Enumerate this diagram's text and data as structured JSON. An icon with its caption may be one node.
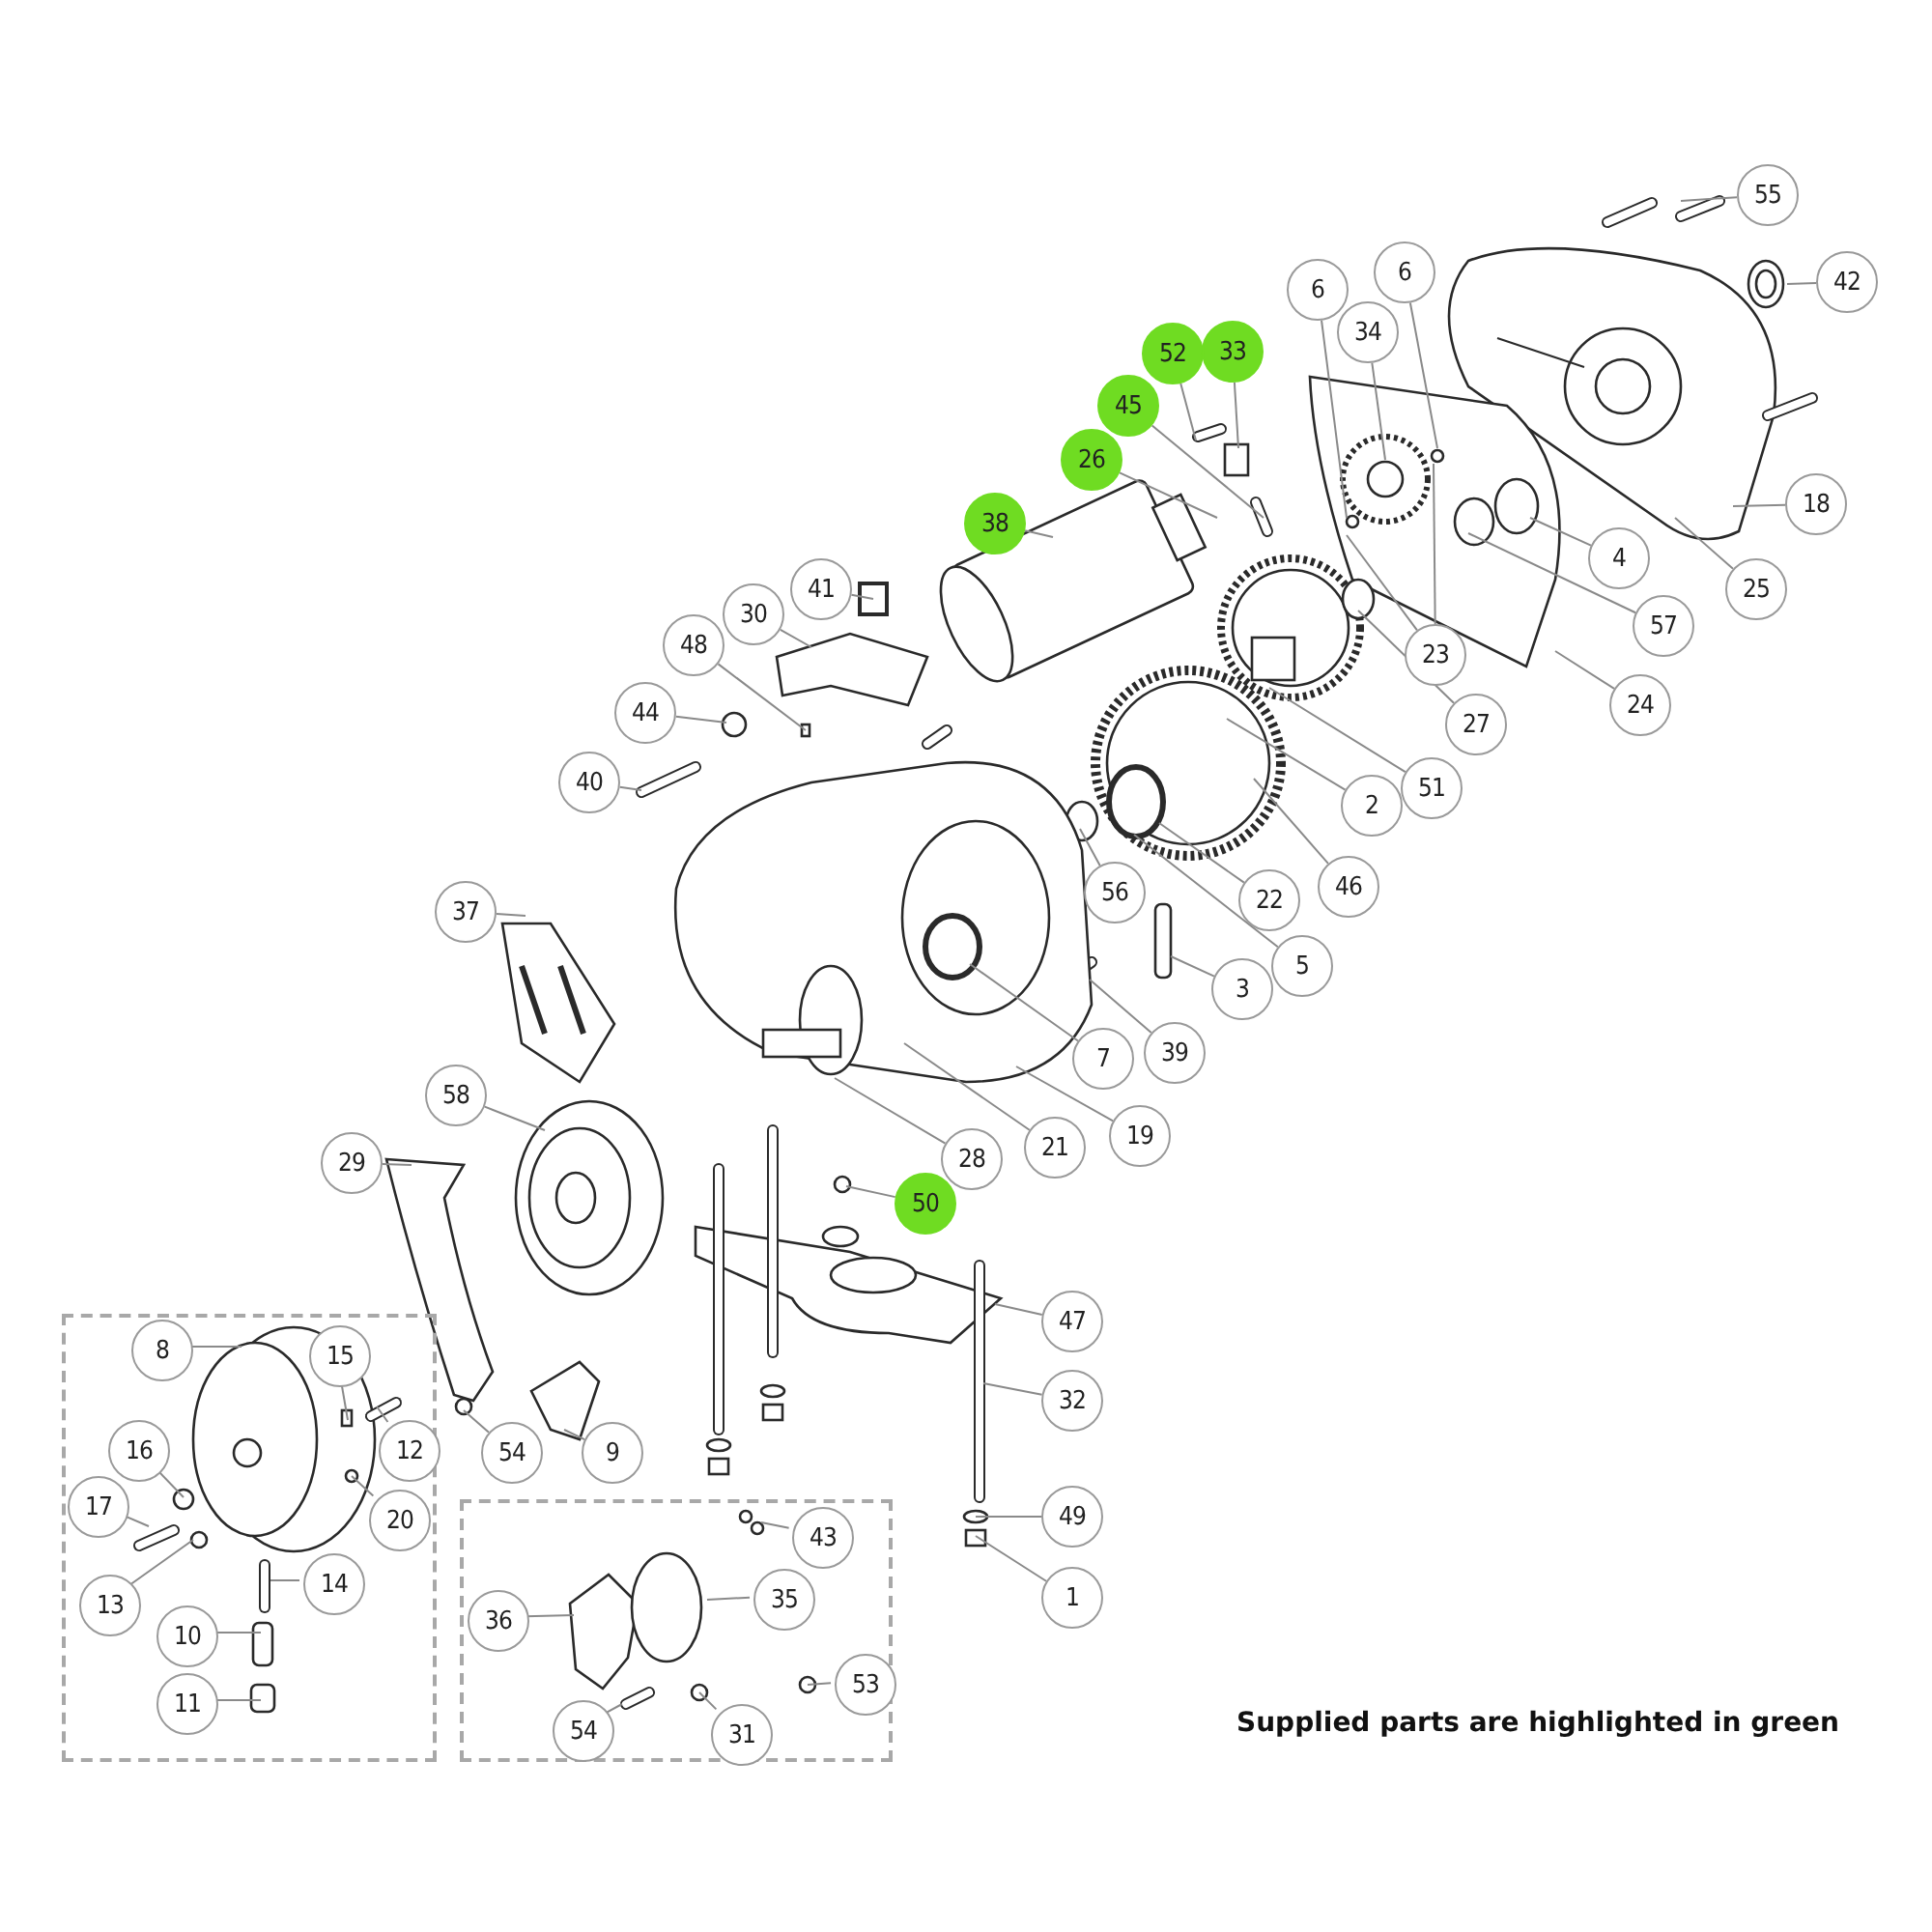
{
  "diagram": {
    "nodes": [
      {
        "text": [
          "55"
        ]
      },
      {
        "text": [
          "42"
        ]
      },
      {
        "text": [
          "6"
        ]
      },
      {
        "text": [
          "6"
        ]
      },
      {
        "text": [
          "34"
        ]
      },
      {
        "text": [
          "52"
        ]
      },
      {
        "text": [
          "33"
        ]
      },
      {
        "text": [
          "45"
        ]
      },
      {
        "text": [
          "26"
        ]
      },
      {
        "text": [
          "38"
        ]
      },
      {
        "text": [
          "18"
        ]
      },
      {
        "text": [
          "4"
        ]
      },
      {
        "text": [
          "25"
        ]
      },
      {
        "text": [
          "57"
        ]
      },
      {
        "text": [
          "23"
        ]
      },
      {
        "text": [
          "24"
        ]
      },
      {
        "text": [
          "27"
        ]
      },
      {
        "text": [
          "51"
        ]
      },
      {
        "text": [
          "2"
        ]
      },
      {
        "text": [
          "46"
        ]
      },
      {
        "text": [
          "22"
        ]
      },
      {
        "text": [
          "5"
        ]
      },
      {
        "text": [
          "56"
        ]
      },
      {
        "text": [
          "3"
        ]
      },
      {
        "text": [
          "39"
        ]
      },
      {
        "text": [
          "7"
        ]
      },
      {
        "text": [
          "19"
        ]
      },
      {
        "text": [
          "21"
        ]
      },
      {
        "text": [
          "28"
        ]
      },
      {
        "text": [
          "50"
        ]
      },
      {
        "text": [
          "47"
        ]
      },
      {
        "text": [
          "32"
        ]
      },
      {
        "text": [
          "49"
        ]
      },
      {
        "text": [
          "1"
        ]
      },
      {
        "text": [
          "41"
        ]
      },
      {
        "text": [
          "30"
        ]
      },
      {
        "text": [
          "48"
        ]
      },
      {
        "text": [
          "44"
        ]
      },
      {
        "text": [
          "40"
        ]
      },
      {
        "text": [
          "37"
        ]
      },
      {
        "text": [
          "58"
        ]
      },
      {
        "text": [
          "29"
        ]
      },
      {
        "text": [
          "54"
        ]
      },
      {
        "text": [
          "9"
        ]
      },
      {
        "text": [],
        "shape": "box"
      },
      {
        "text": [
          "8"
        ],
        "in": 44
      },
      {
        "text": [
          "15"
        ],
        "in": 44
      },
      {
        "text": [
          "12"
        ],
        "in": 44
      },
      {
        "text": [
          "16"
        ],
        "in": 44
      },
      {
        "text": [
          "20"
        ],
        "in": 44
      },
      {
        "text": [
          "17"
        ],
        "in": 44
      },
      {
        "text": [
          "13"
        ],
        "in": 44
      },
      {
        "text": [
          "14"
        ],
        "in": 44
      },
      {
        "text": [
          "10"
        ],
        "in": 44
      },
      {
        "text": [
          "11"
        ],
        "in": 44
      },
      {
        "text": [],
        "shape": "box"
      },
      {
        "text": [
          "43"
        ],
        "in": 55
      },
      {
        "text": [
          "36"
        ],
        "in": 55
      },
      {
        "text": [
          "35"
        ],
        "in": 55
      },
      {
        "text": [
          "53"
        ],
        "in": 55
      },
      {
        "text": [
          "54"
        ],
        "in": 55
      },
      {
        "text": [
          "31"
        ],
        "in": 55
      }
    ],
    "edges": [
      {
        "from": 0,
        "to": null,
        "arrow": "none"
      },
      {
        "from": 1,
        "to": null,
        "arrow": "none"
      },
      {
        "from": 2,
        "to": null,
        "arrow": "none"
      },
      {
        "from": 3,
        "to": null,
        "arrow": "none"
      },
      {
        "from": 4,
        "to": null,
        "arrow": "none"
      },
      {
        "from": 5,
        "to": null,
        "arrow": "none"
      },
      {
        "from": 6,
        "to": null,
        "arrow": "none"
      },
      {
        "from": 7,
        "to": null,
        "arrow": "none"
      },
      {
        "from": 8,
        "to": null,
        "arrow": "none"
      },
      {
        "from": 9,
        "to": null,
        "arrow": "none"
      },
      {
        "from": 10,
        "to": null,
        "arrow": "none"
      },
      {
        "from": 11,
        "to": null,
        "arrow": "none"
      },
      {
        "from": 12,
        "to": null,
        "arrow": "none"
      },
      {
        "from": 13,
        "to": null,
        "arrow": "none"
      },
      {
        "from": 14,
        "to": null,
        "arrow": "none"
      },
      {
        "from": 14,
        "to": null,
        "arrow": "none"
      },
      {
        "from": 15,
        "to": null,
        "arrow": "none"
      },
      {
        "from": 16,
        "to": null,
        "arrow": "none"
      },
      {
        "from": 17,
        "to": null,
        "arrow": "none"
      },
      {
        "from": 18,
        "to": null,
        "arrow": "none"
      },
      {
        "from": 19,
        "to": null,
        "arrow": "none"
      },
      {
        "from": 20,
        "to": null,
        "arrow": "none"
      },
      {
        "from": 21,
        "to": null,
        "arrow": "none"
      },
      {
        "from": 22,
        "to": null,
        "arrow": "none"
      },
      {
        "from": 23,
        "to": null,
        "arrow": "none"
      },
      {
        "from": 24,
        "to": null,
        "arrow": "none"
      },
      {
        "from": 25,
        "to": null,
        "arrow": "none"
      },
      {
        "from": 26,
        "to": null,
        "arrow": "none"
      },
      {
        "from": 27,
        "to": null,
        "arrow": "none"
      },
      {
        "from": 28,
        "to": null,
        "arrow": "none"
      },
      {
        "from": 29,
        "to": null,
        "arrow": "none"
      },
      {
        "from": 30,
        "to": null,
        "arrow": "none"
      },
      {
        "from": 31,
        "to": null,
        "arrow": "none"
      },
      {
        "from": 32,
        "to": null,
        "arrow": "none"
      },
      {
        "from": 33,
        "to": null,
        "arrow": "none"
      },
      {
        "from": 34,
        "to": null,
        "arrow": "none"
      },
      {
        "from": 35,
        "to": null,
        "arrow": "none"
      },
      {
        "from": 36,
        "to": null,
        "arrow": "none"
      },
      {
        "from": 37,
        "to": null,
        "arrow": "none"
      },
      {
        "from": 38,
        "to": null,
        "arrow": "none"
      },
      {
        "from": 39,
        "to": null,
        "arrow": "none"
      },
      {
        "from": 40,
        "to": null,
        "arrow": "none"
      },
      {
        "from": 41,
        "to": null,
        "arrow": "none"
      },
      {
        "from": 42,
        "to": null,
        "arrow": "none"
      },
      {
        "from": 43,
        "to": null,
        "arrow": "none"
      },
      {
        "from": 45,
        "to": null,
        "arrow": "none"
      },
      {
        "from": 46,
        "to": null,
        "arrow": "none"
      },
      {
        "from": 47,
        "to": null,
        "arrow": "none"
      },
      {
        "from": 48,
        "to": null,
        "arrow": "none"
      },
      {
        "from": 49,
        "to": null,
        "arrow": "none"
      },
      {
        "from": 50,
        "to": null,
        "arrow": "none"
      },
      {
        "from": 51,
        "to": null,
        "arrow": "none"
      },
      {
        "from": 52,
        "to": null,
        "arrow": "none"
      },
      {
        "from": 53,
        "to": null,
        "arrow": "none"
      },
      {
        "from": 54,
        "to": null,
        "arrow": "none"
      },
      {
        "from": 56,
        "to": null,
        "arrow": "none"
      },
      {
        "from": 57,
        "to": null,
        "arrow": "none"
      },
      {
        "from": 58,
        "to": null,
        "arrow": "none"
      },
      {
        "from": 59,
        "to": null,
        "arrow": "none"
      },
      {
        "from": 60,
        "to": null,
        "arrow": "none"
      },
      {
        "from": 61,
        "to": null,
        "arrow": "none"
      }
    ],
    "labels": [
      "Supplied parts are highlighted in green"
    ]
  }
}
